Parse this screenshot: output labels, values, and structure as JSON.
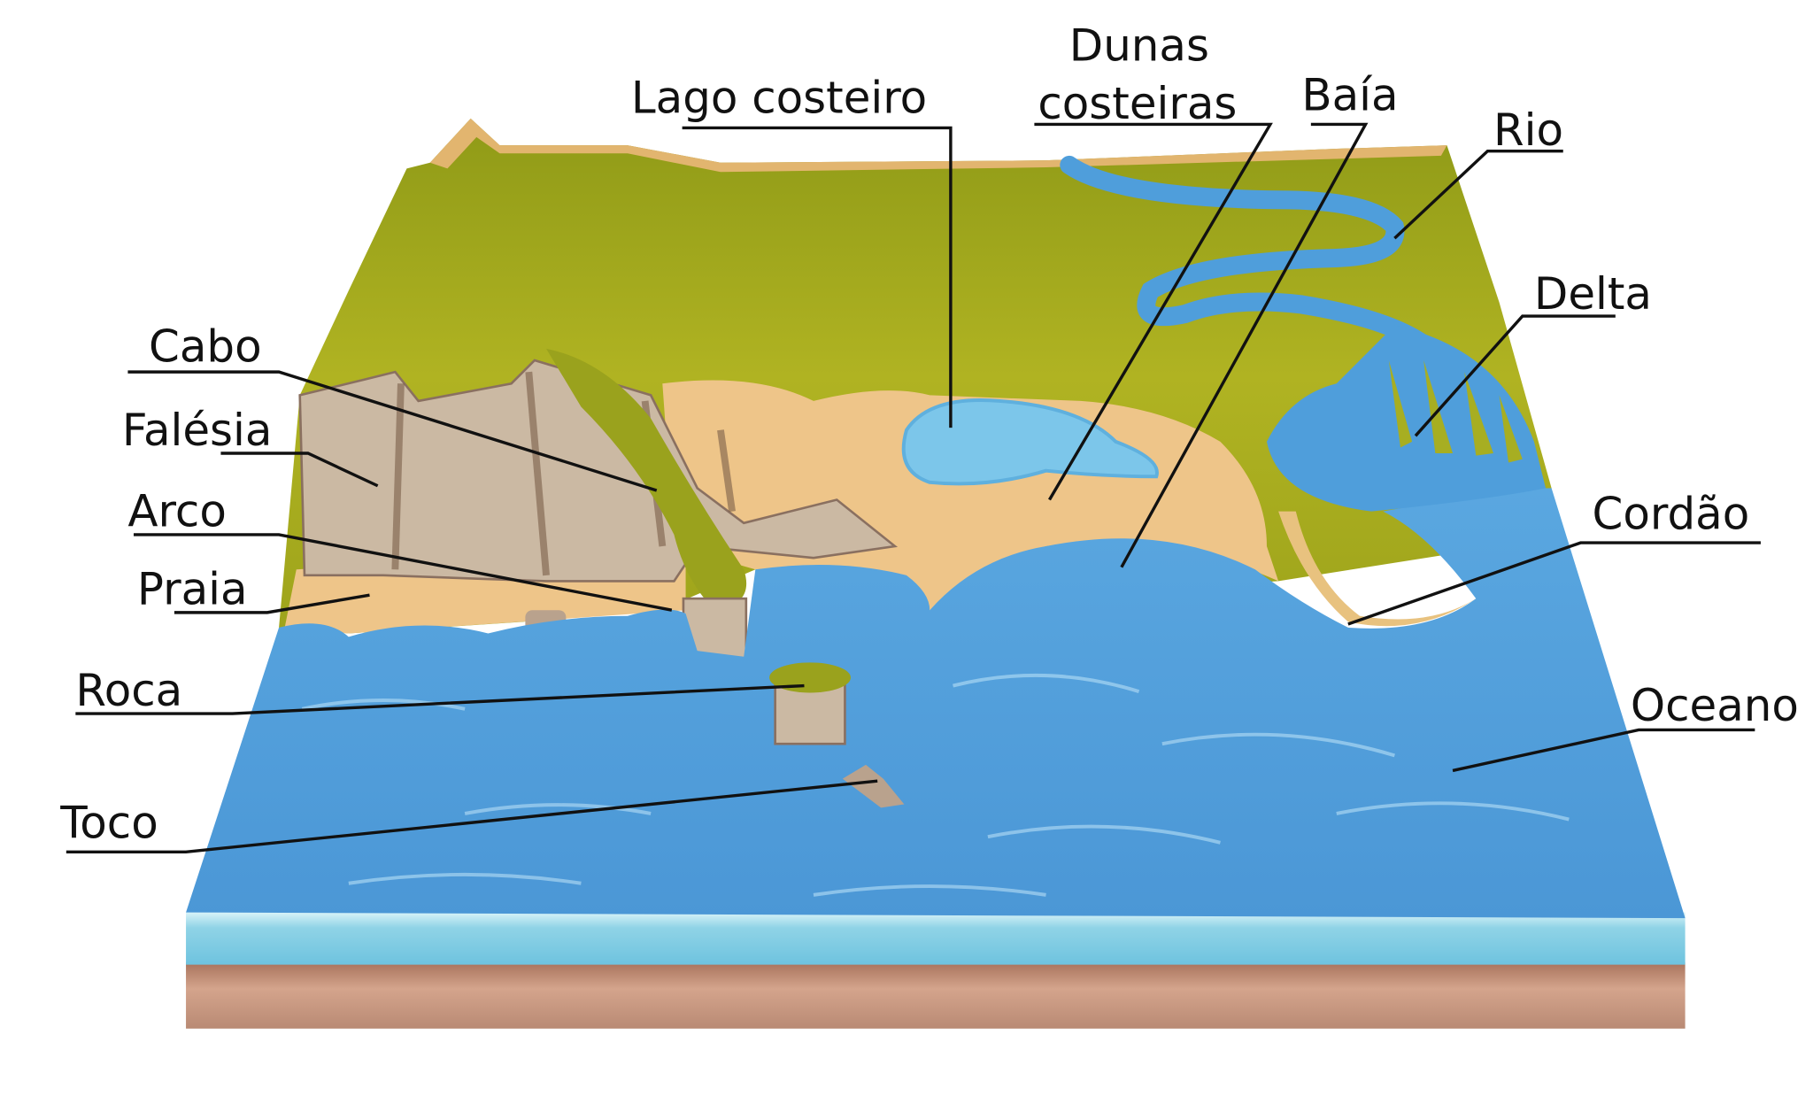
{
  "labels": {
    "lago_costeiro": "Lago costeiro",
    "dunas_line1": "Dunas",
    "dunas_line2": "costeiras",
    "baia": "Baía",
    "rio": "Rio",
    "delta": "Delta",
    "cabo": "Cabo",
    "falesia": "Falésia",
    "arco": "Arco",
    "praia": "Praia",
    "roca": "Roca",
    "toco": "Toco",
    "cordao": "Cordão",
    "oceano": "Oceano"
  },
  "colors": {
    "land": "#a9ad1f",
    "sand": "#eec589",
    "ocean": "#4f9edb",
    "lake": "#7cc6ea",
    "cliff": "#cbb9a3",
    "water_layer": "#9fdcea",
    "soil": "#c28f76"
  }
}
